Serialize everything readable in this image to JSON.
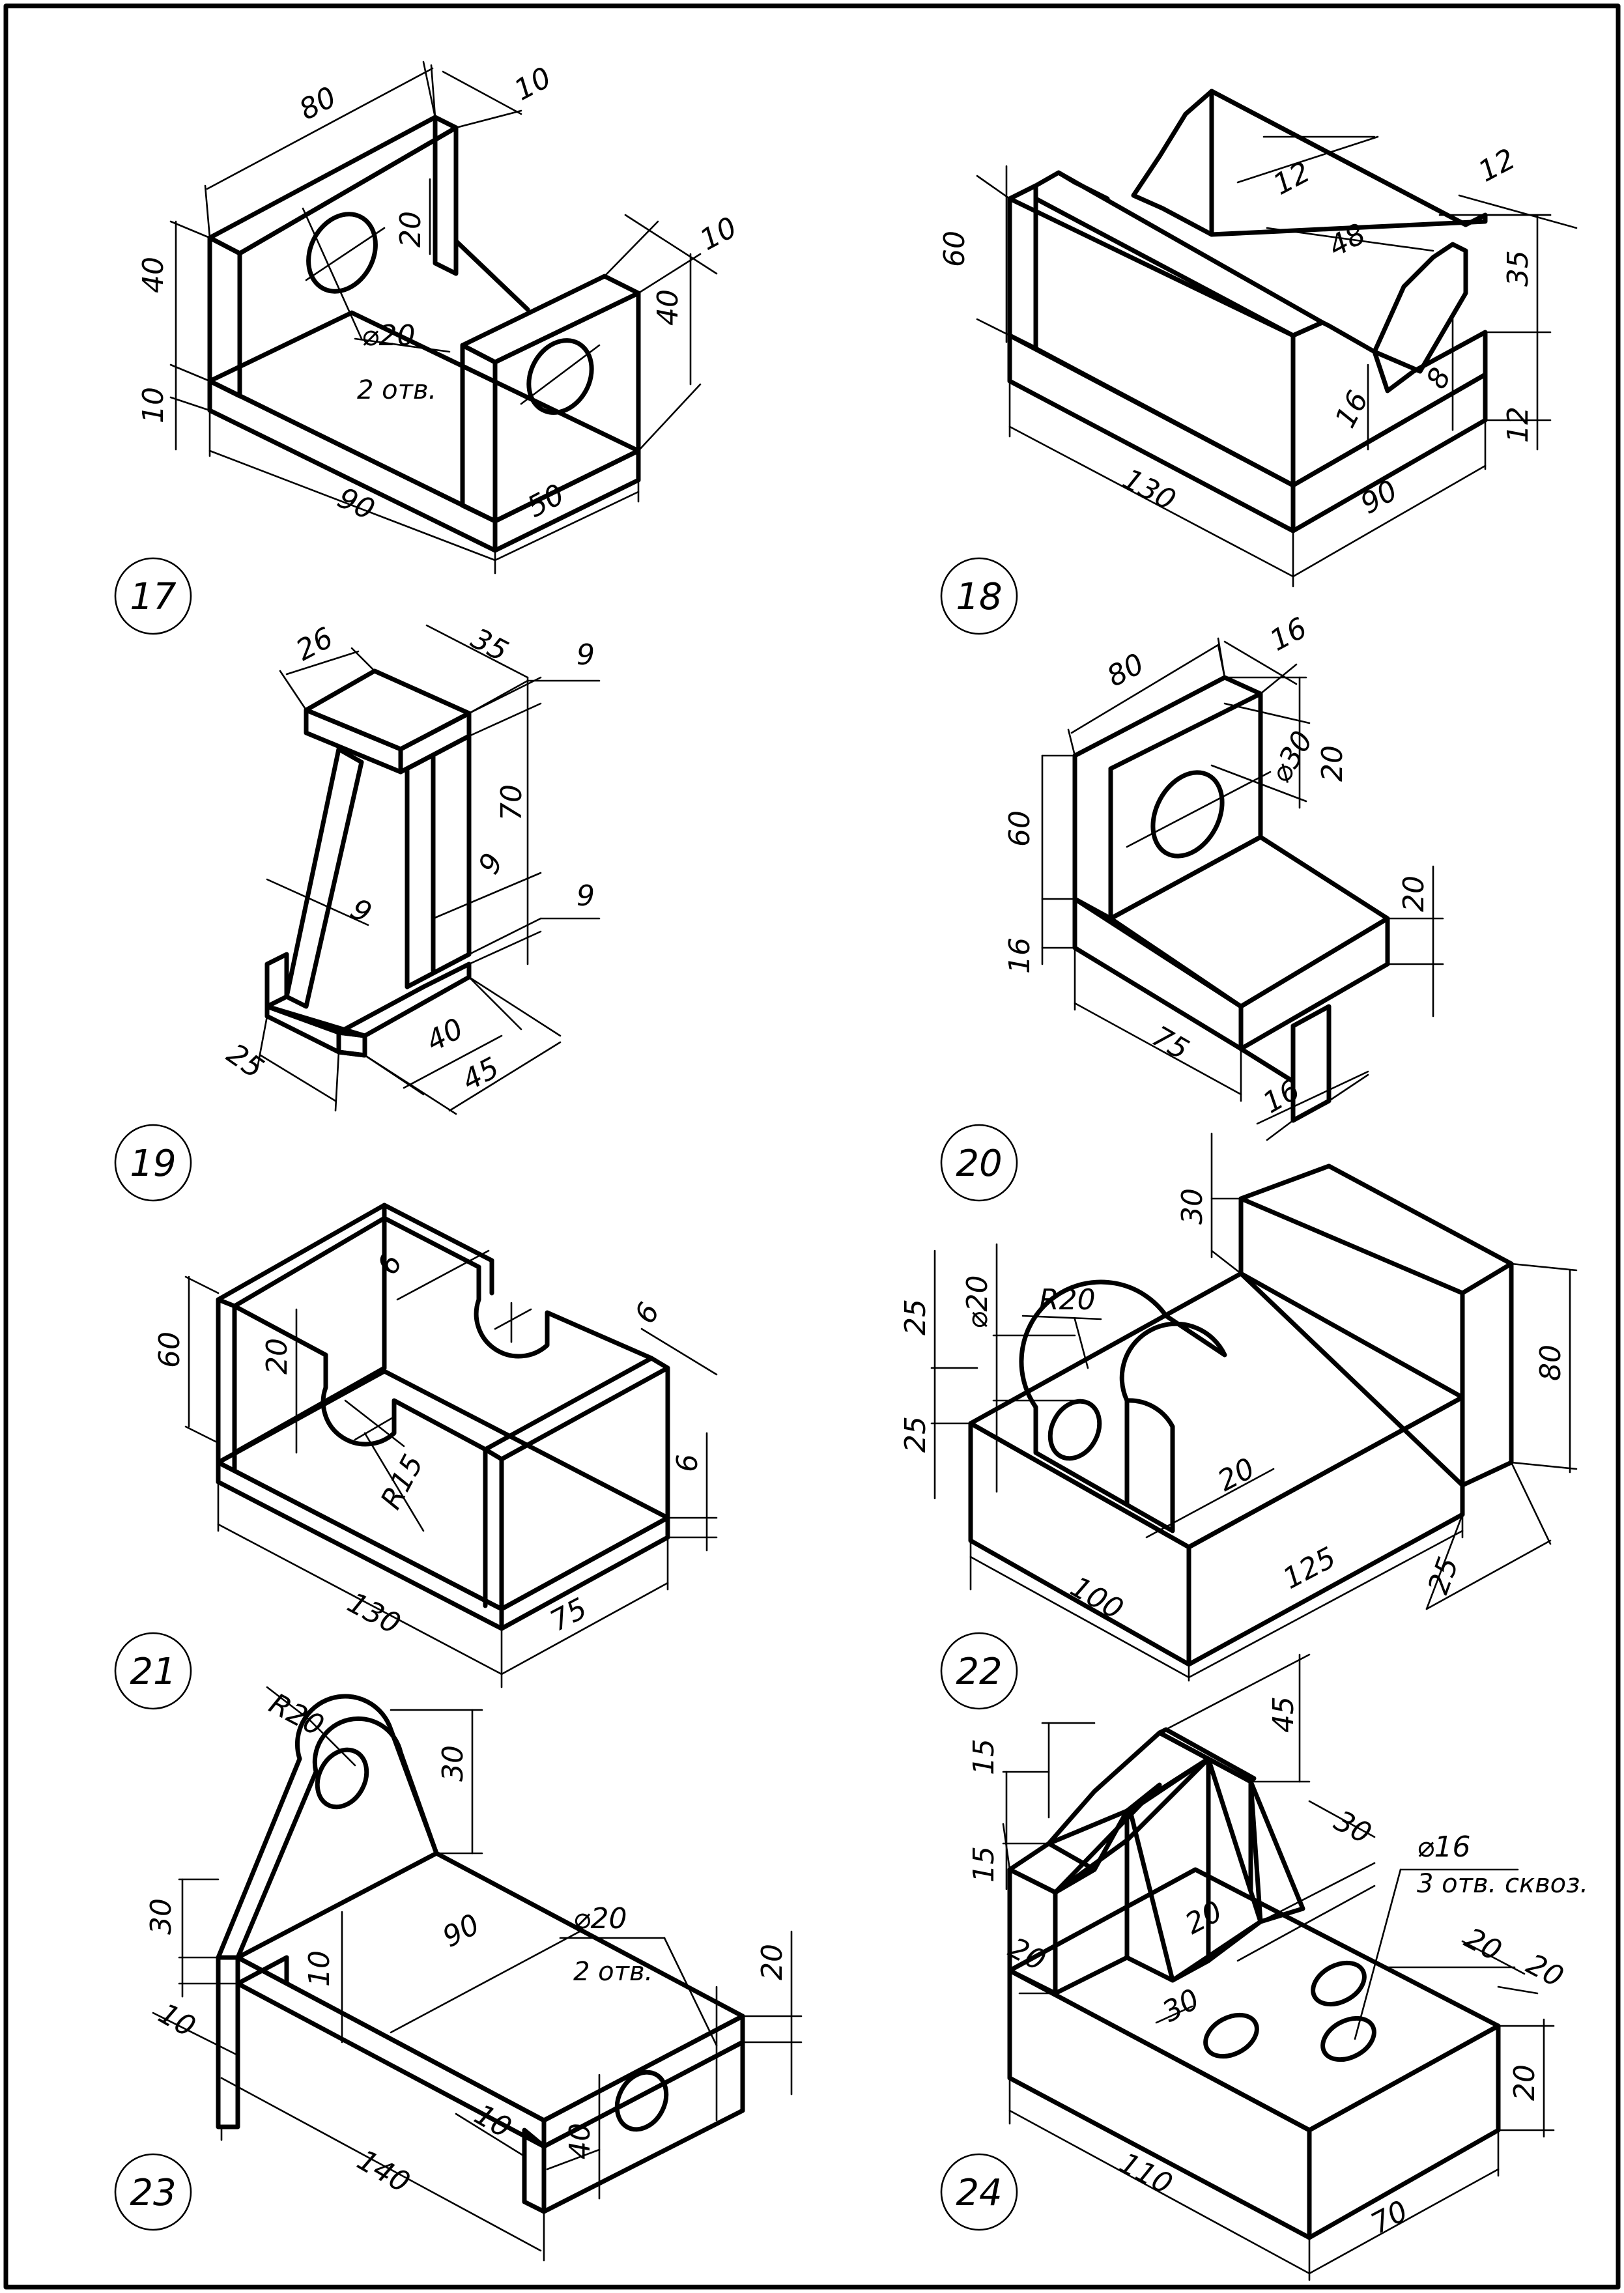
{
  "drawings": [
    {
      "id": "17",
      "dims": [
        "80",
        "10",
        "10",
        "20",
        "40",
        "40",
        "10",
        "90",
        "50",
        "⌀20"
      ],
      "note": "2 отв."
    },
    {
      "id": "18",
      "dims": [
        "12",
        "12",
        "60",
        "48",
        "35",
        "16",
        "8",
        "12",
        "130",
        "90"
      ],
      "note": ""
    },
    {
      "id": "19",
      "dims": [
        "26",
        "35",
        "9",
        "70",
        "9",
        "9",
        "9",
        "25",
        "40",
        "45"
      ],
      "note": ""
    },
    {
      "id": "20",
      "dims": [
        "80",
        "16",
        "⌀30",
        "20",
        "60",
        "20",
        "16",
        "75",
        "16"
      ],
      "note": ""
    },
    {
      "id": "21",
      "dims": [
        "6",
        "60",
        "20",
        "6",
        "6",
        "R15",
        "130",
        "75"
      ],
      "note": ""
    },
    {
      "id": "22",
      "dims": [
        "30",
        "R20",
        "⌀20",
        "25",
        "25",
        "80",
        "20",
        "100",
        "125",
        "25"
      ],
      "note": ""
    },
    {
      "id": "23",
      "dims": [
        "R20",
        "30",
        "30",
        "10",
        "90",
        "⌀20",
        "20",
        "10",
        "140",
        "10",
        "40"
      ],
      "note": "2 отв."
    },
    {
      "id": "24",
      "dims": [
        "15",
        "15",
        "45",
        "30",
        "⌀16",
        "20",
        "20",
        "20",
        "20",
        "30",
        "110",
        "70",
        "20"
      ],
      "note": "3 отв. сквоз."
    }
  ]
}
